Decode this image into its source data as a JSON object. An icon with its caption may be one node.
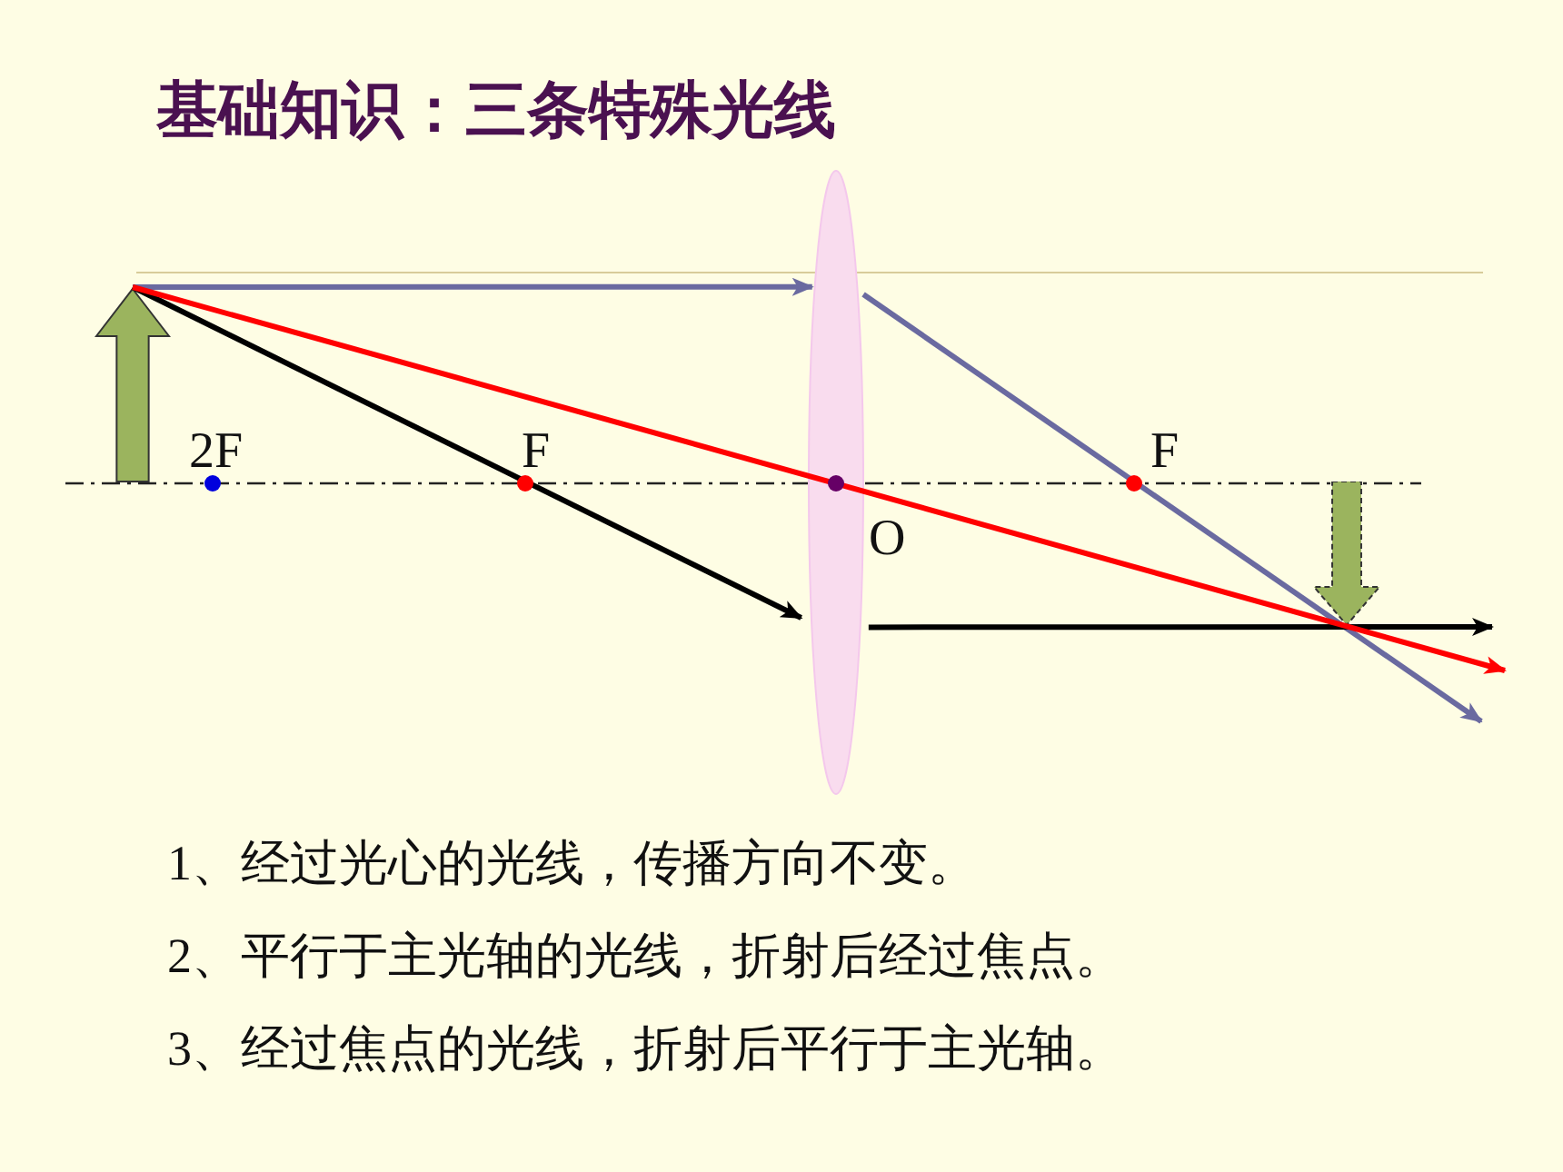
{
  "diagram": {
    "title": "基础知识：三条特殊光线",
    "nodes": [
      {
        "text": [],
        "shape": "arrow"
      },
      {
        "text": [],
        "shape": "ellipse"
      },
      {
        "text": [],
        "shape": "arrow"
      }
    ],
    "edges": [
      {
        "from": 0,
        "to": 1,
        "arrow": "to",
        "color": "#6a6aa0"
      },
      {
        "from": 1,
        "to": null,
        "arrow": "to",
        "color": "#6a6aa0"
      },
      {
        "from": 0,
        "to": 1,
        "arrow": "to",
        "color": "#000000"
      },
      {
        "from": 1,
        "to": null,
        "arrow": "to",
        "color": "#000000"
      },
      {
        "from": 0,
        "to": null,
        "arrow": "to",
        "color": "#ff0000"
      }
    ],
    "labels": [
      "2F",
      "F",
      "O",
      "F",
      "1、经过光心的光线，传播方向不变。",
      "2、平行于主光轴的光线，折射后经过焦点。",
      "3、经过焦点的光线，折射后平行于主光轴。"
    ]
  }
}
